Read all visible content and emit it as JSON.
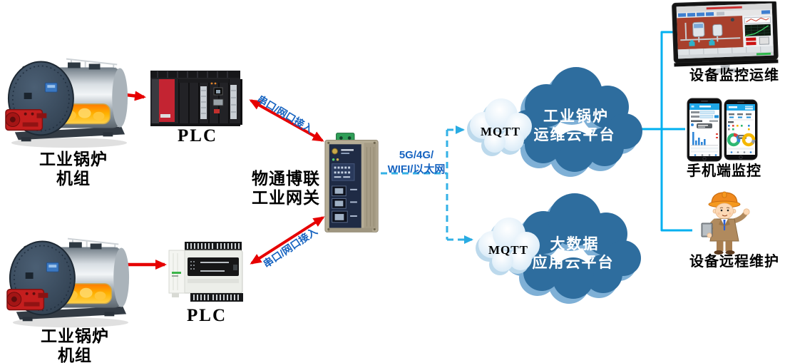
{
  "diagram": {
    "boiler_top": {
      "line1": "工业锅炉",
      "line2": "机组"
    },
    "plc_top": {
      "label": "PLC"
    },
    "boiler_bottom": {
      "line1": "工业锅炉",
      "line2": "机组"
    },
    "plc_bottom": {
      "label": "PLC"
    },
    "gateway": {
      "line1": "物通博联",
      "line2": "工业网关"
    },
    "links": {
      "serial_top": "串口/网口接入",
      "serial_bottom": "串口/网口接入",
      "uplink_line1": "5G/4G/",
      "uplink_line2": "WIFI/以太网"
    },
    "cloud_top": {
      "mqtt": "MQTT",
      "line1": "工业锅炉",
      "line2": "运维云平台"
    },
    "cloud_bottom": {
      "mqtt": "MQTT",
      "line1": "大数据",
      "line2": "应用云平台"
    },
    "monitor": {
      "caption": "设备监控运维"
    },
    "mobile": {
      "caption": "手机端监控"
    },
    "remote": {
      "caption": "设备远程维护"
    }
  },
  "colors": {
    "arrow_red": "#e60000",
    "link_text_blue": "#1663c0",
    "dashed_line_cyan": "#33b1e6",
    "bracket_line_cyan": "#00b0f0",
    "cloud_blue": "#2e6d9e",
    "cloud_light_blue": "#dcecf8"
  }
}
